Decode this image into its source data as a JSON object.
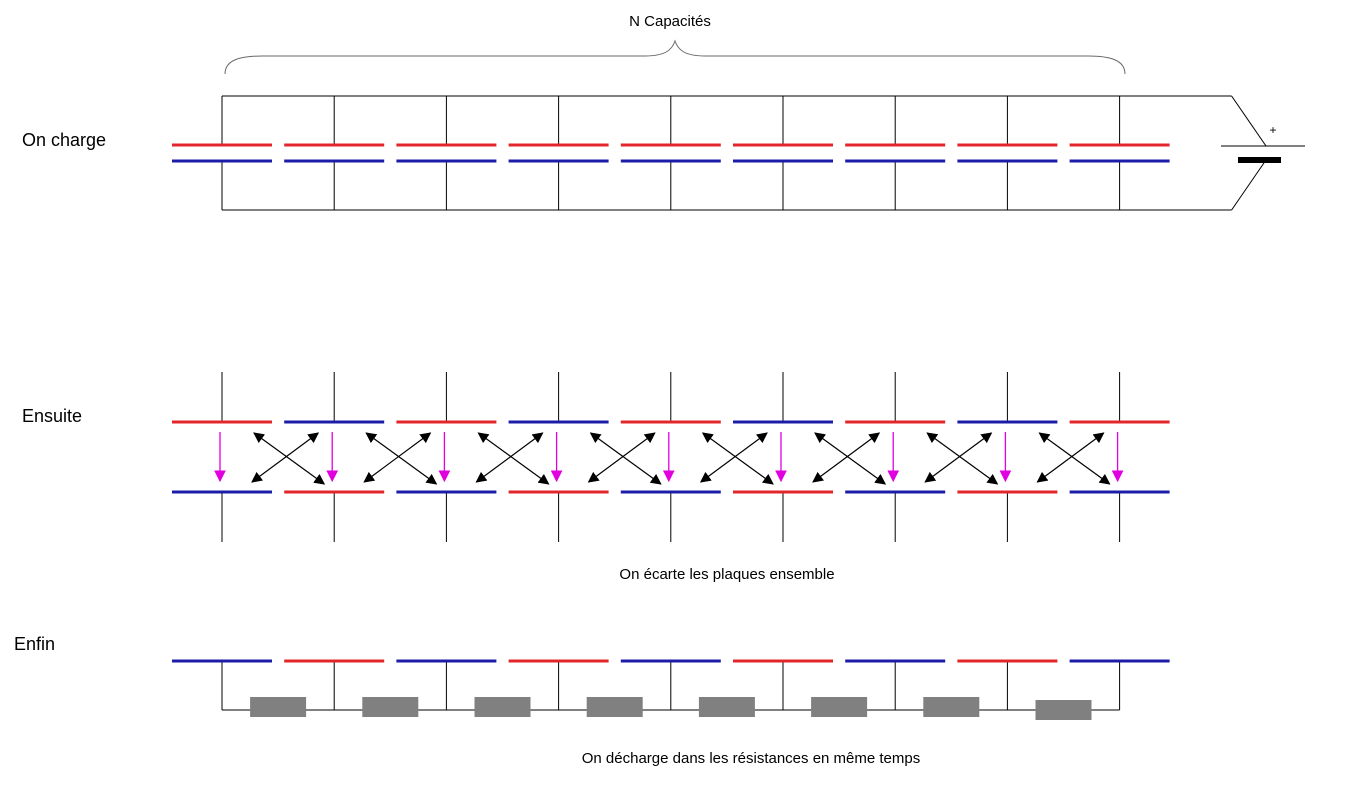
{
  "brace_label": "N Capacités",
  "labels": {
    "charge": "On charge",
    "then": "Ensuite",
    "finally": "Enfin"
  },
  "captions": {
    "separate": "On écarte les plaques ensemble",
    "discharge": "On décharge dans les résistances en même temps"
  },
  "battery_plus": "+",
  "capacitor_count": 9,
  "resistor_count": 8,
  "rows": {
    "charge": {
      "top": [
        "red",
        "red",
        "red",
        "red",
        "red",
        "red",
        "red",
        "red",
        "red"
      ],
      "bottom": [
        "blue",
        "blue",
        "blue",
        "blue",
        "blue",
        "blue",
        "blue",
        "blue",
        "blue"
      ]
    },
    "then": {
      "top": [
        "red",
        "blue",
        "red",
        "blue",
        "red",
        "blue",
        "red",
        "blue",
        "red"
      ],
      "bottom": [
        "blue",
        "red",
        "blue",
        "red",
        "blue",
        "red",
        "blue",
        "red",
        "blue"
      ]
    },
    "finally": {
      "plates": [
        "blue",
        "red",
        "blue",
        "red",
        "blue",
        "red",
        "blue",
        "red",
        "blue"
      ]
    }
  },
  "colors": {
    "red": "#e3262b",
    "blue": "#1c1ca8",
    "magenta": "#e000e0",
    "wire": "#000000",
    "resistor": "#808080",
    "brace": "#6a6a6a"
  }
}
